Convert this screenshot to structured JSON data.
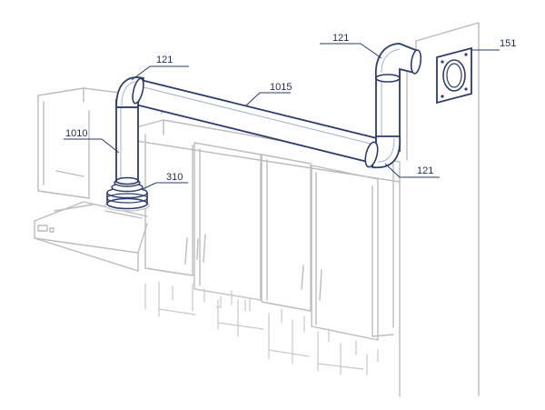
{
  "callouts": {
    "elbow_top_left": "121",
    "elbow_top_right": "121",
    "elbow_bottom": "121",
    "wall_flange": "151",
    "horizontal_duct": "1015",
    "vertical_duct": "1010",
    "hood_adapter": "310"
  },
  "colors": {
    "duct_stroke": "#2a3c70",
    "duct_highlight": "#9fb2d3",
    "furniture_line": "#b9bcc0",
    "label_text": "#1d2b52"
  }
}
